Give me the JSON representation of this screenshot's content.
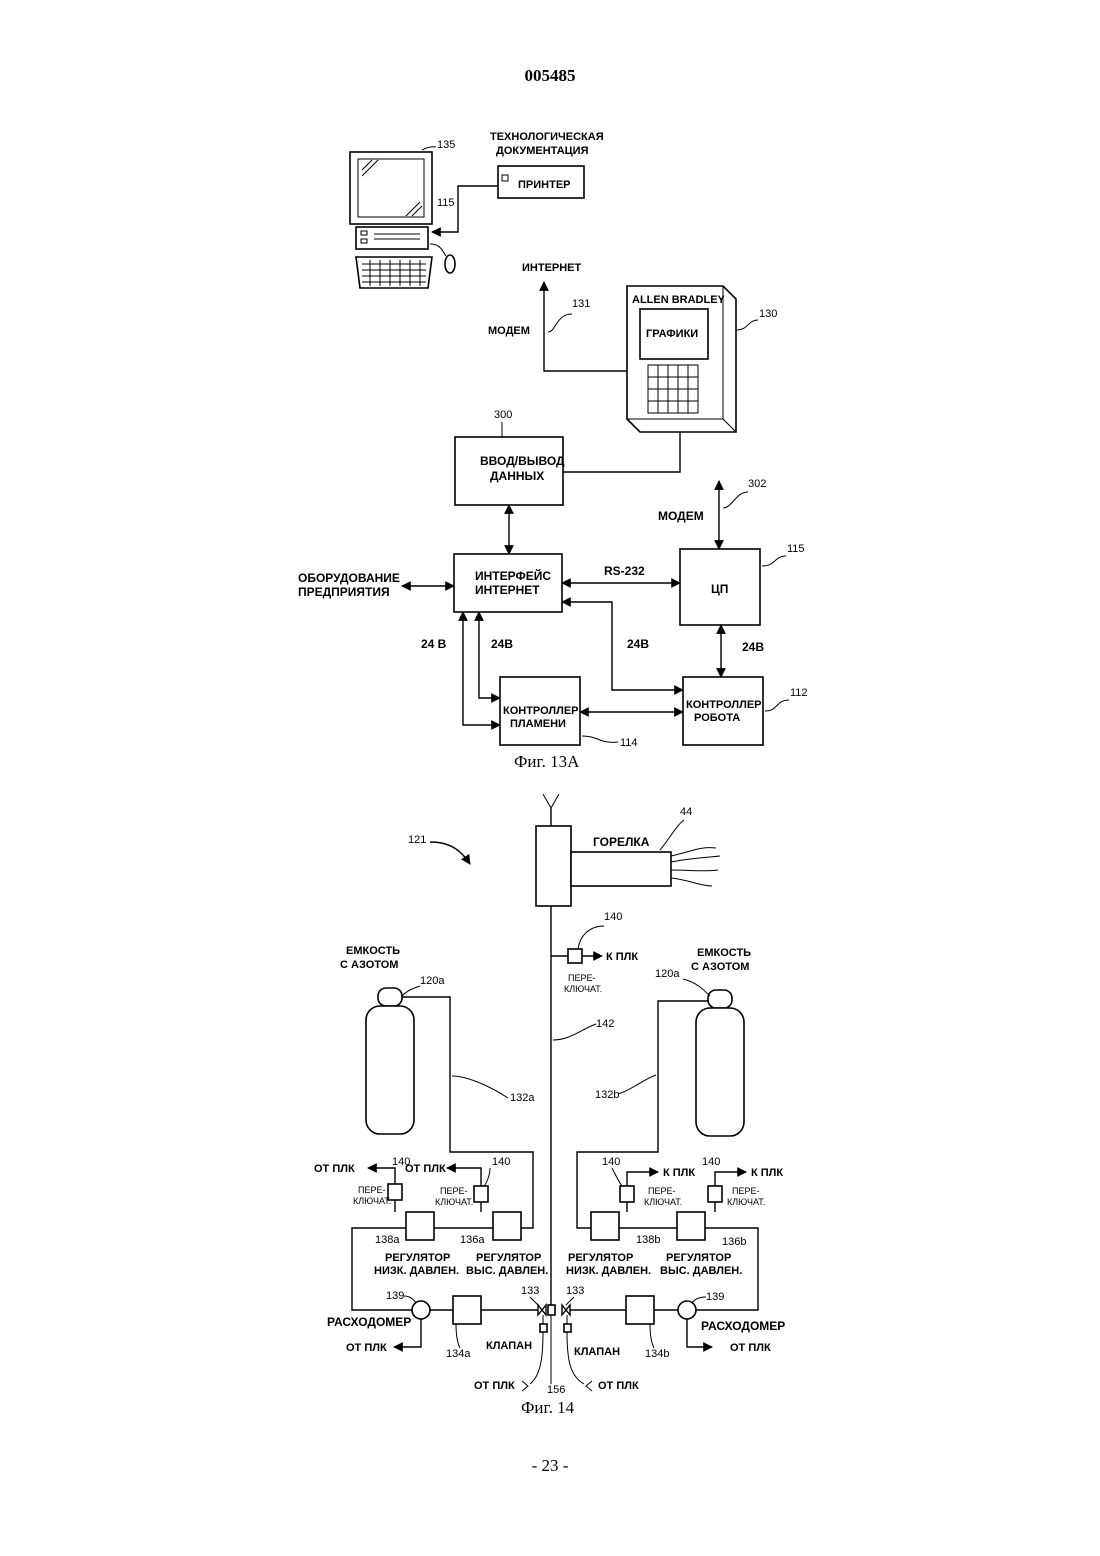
{
  "header": {
    "doc_number": "005485"
  },
  "footer": {
    "page_number": "- 23 -"
  },
  "fig13a": {
    "caption": "Фиг. 13А",
    "computer_ref": "135",
    "computer_ref_115": "115",
    "tech_doc_line1": "ТЕХНОЛОГИЧЕСКАЯ",
    "tech_doc_line2": "ДОКУМЕНТАЦИЯ",
    "printer": "ПРИНТЕР",
    "internet": "ИНТЕРНЕТ",
    "modem_top": "МОДЕМ",
    "ref_131": "131",
    "allen_bradley": "ALLEN BRADLEY",
    "graphics": "ГРАФИКИ",
    "ref_130": "130",
    "ref_300": "300",
    "io_line1": "ВВОД/ВЫВОД",
    "io_line2": "ДАННЫХ",
    "ref_302": "302",
    "modem_right": "МОДЕМ",
    "ref_115": "115",
    "enterprise_line1": "ОБОРУДОВАНИЕ",
    "enterprise_line2": "ПРЕДПРИЯТИЯ",
    "iface_line1": "ИНТЕРФЕЙС",
    "iface_line2": "ИНТЕРНЕТ",
    "rs232": "RS-232",
    "cpu": "ЦП",
    "v24_a": "24 В",
    "v24_b": "24В",
    "v24_c": "24В",
    "v24_d": "24В",
    "flame_line1": "КОНТРОЛЛЕР",
    "flame_line2": "ПЛАМЕНИ",
    "robot_line1": "КОНТРОЛЛЕР",
    "robot_line2": "РОБОТА",
    "ref_112": "112",
    "ref_114": "114"
  },
  "fig14": {
    "caption": "Фиг. 14",
    "ref_121": "121",
    "ref_44": "44",
    "burner": "ГОРЕЛКА",
    "ref_140_top": "140",
    "to_plc_top": "К ПЛК",
    "switch_top_line1": "ПЕРЕ-",
    "switch_top_line2": "КЛЮЧАТ.",
    "ref_142": "142",
    "tank_left_line1": "ЕМКОСТЬ",
    "tank_left_line2": "С АЗОТОМ",
    "tank_right_line1": "ЕМКОСТЬ",
    "tank_right_line2": "С АЗОТОМ",
    "ref_120a_left": "120a",
    "ref_120a_right": "120a",
    "ref_132a": "132a",
    "ref_132b": "132b",
    "from_plc_1": "ОТ ПЛК",
    "from_plc_2": "ОТ ПЛК",
    "ref_140_l1": "140",
    "ref_140_l2": "140",
    "switch_l1_line1": "ПЕРЕ-",
    "switch_l1_line2": "КЛЮЧАТ.",
    "switch_l2_line1": "ПЕРЕ-",
    "switch_l2_line2": "КЛЮЧАТ.",
    "ref_140_r1": "140",
    "ref_140_r2": "140",
    "to_plc_r1": "К ПЛК",
    "to_plc_r2": "К ПЛК",
    "switch_r1_line1": "ПЕРЕ-",
    "switch_r1_line2": "КЛЮЧАТ.",
    "switch_r2_line1": "ПЕРЕ-",
    "switch_r2_line2": "КЛЮЧАТ.",
    "ref_138a": "138a",
    "ref_136a": "136a",
    "ref_138b": "138b",
    "ref_136b": "136b",
    "reg_low_left_line1": "РЕГУЛЯТОР",
    "reg_low_left_line2": "НИЗК. ДАВЛЕН.",
    "reg_high_left_line1": "РЕГУЛЯТОР",
    "reg_high_left_line2": "ВЫС. ДАВЛЕН.",
    "reg_low_right_line1": "РЕГУЛЯТОР",
    "reg_low_right_line2": "НИЗК. ДАВЛЕН.",
    "reg_high_right_line1": "РЕГУЛЯТОР",
    "reg_high_right_line2": "ВЫС. ДАВЛЕН.",
    "ref_139_left": "139",
    "ref_139_right": "139",
    "flowmeter_left": "РАСХОДОМЕР",
    "flowmeter_right": "РАСХОДОМЕР",
    "from_plc_flow_left": "ОТ ПЛК",
    "from_plc_flow_right": "ОТ ПЛК",
    "ref_133_left": "133",
    "ref_133_right": "133",
    "valve_left": "КЛАПАН",
    "valve_right": "КЛАПАН",
    "ref_134a": "134a",
    "ref_134b": "134b",
    "from_plc_bottom_left": "ОТ ПЛК",
    "from_plc_bottom_right": "ОТ ПЛК",
    "ref_156": "156"
  }
}
